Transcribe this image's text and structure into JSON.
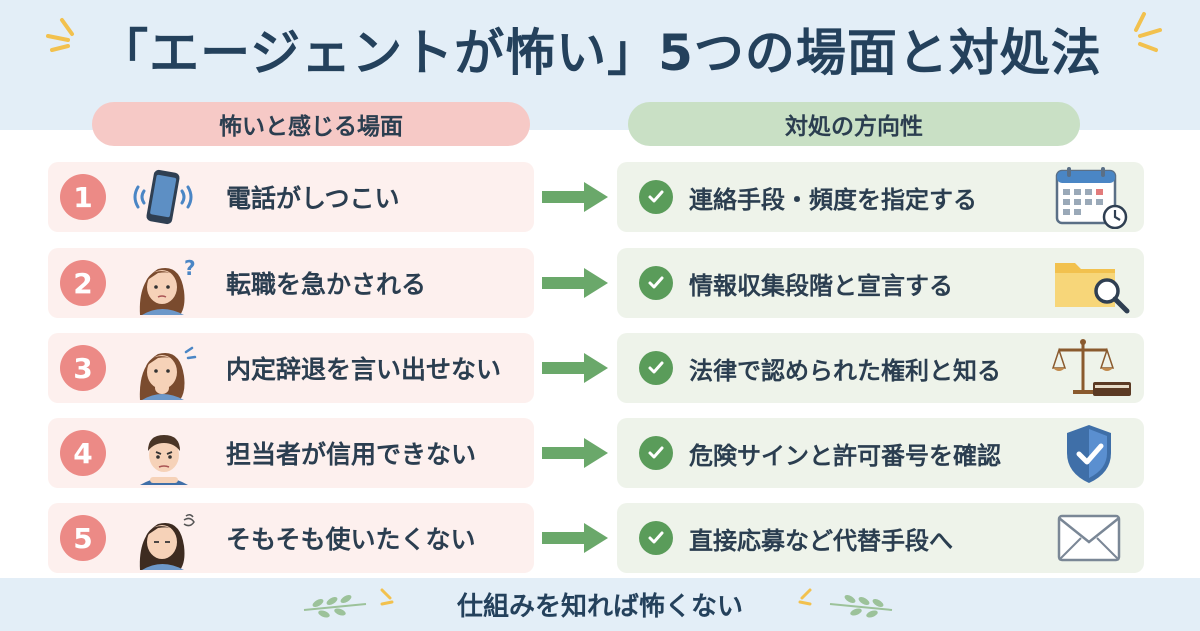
{
  "title": "「エージェントが怖い」5つの場面と対処法",
  "headers": {
    "left": "怖いと感じる場面",
    "right": "対処の方向性"
  },
  "rows": [
    {
      "number": "1",
      "scene": "電話がしつこい",
      "scene_icon": "phone-icon",
      "action": "連絡手段・頻度を指定する",
      "action_icon": "calendar-icon"
    },
    {
      "number": "2",
      "scene": "転職を急かされる",
      "scene_icon": "worried-woman-icon",
      "action": "情報収集段階と宣言する",
      "action_icon": "folder-search-icon"
    },
    {
      "number": "3",
      "scene": "内定辞退を言い出せない",
      "scene_icon": "anxious-woman-icon",
      "action": "法律で認められた権利と知る",
      "action_icon": "scales-book-icon"
    },
    {
      "number": "4",
      "scene": "担当者が信用できない",
      "scene_icon": "doubtful-man-icon",
      "action": "危険サインと許可番号を確認",
      "action_icon": "shield-check-icon"
    },
    {
      "number": "5",
      "scene": "そもそも使いたくない",
      "scene_icon": "reluctant-woman-icon",
      "action": "直接応募など代替手段へ",
      "action_icon": "envelope-icon"
    }
  ],
  "footer": "仕組みを知れば怖くない",
  "colors": {
    "title": "#24415c",
    "left_header": "#f6c9c6",
    "right_header": "#c9e0c5",
    "number_circle": "#ec8a86",
    "check": "#5a9c5a",
    "arrow": "#6aa86a",
    "band": "#e3eef7"
  }
}
